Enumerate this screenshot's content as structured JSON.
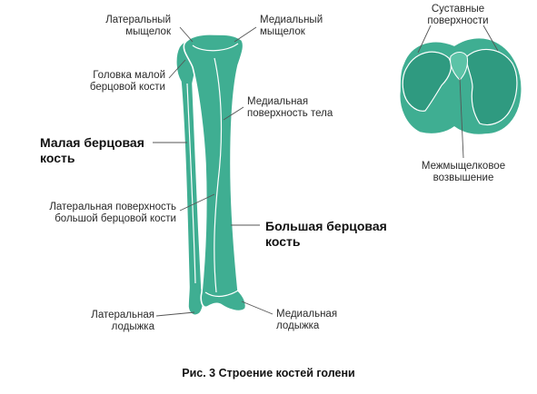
{
  "labels": {
    "lateral_condyle": "Латеральный\nмыщелок",
    "medial_condyle": "Медиальный\nмыщелок",
    "fibula_head": "Головка малой\nберцовой кости",
    "medial_surface": "Медиальная\nповерхность тела",
    "fibula": "Малая берцовая\nкость",
    "lateral_surface": "Латеральная поверхность\nбольшой берцовой кости",
    "tibia": "Большая берцовая\nкость",
    "lateral_malleolus": "Латеральная\nлодыжка",
    "medial_malleolus": "Медиальная\nлодыжка",
    "articular_surfaces": "Суставные\nповерхности",
    "intercondylar_eminence": "Межмыщелковое\nвозвышение"
  },
  "caption": "Рис. 3 Строение костей голени",
  "colors": {
    "bone": "#3fae92",
    "bone_dark": "#2f9a80",
    "outline": "#ffffff",
    "leader": "#555555"
  }
}
